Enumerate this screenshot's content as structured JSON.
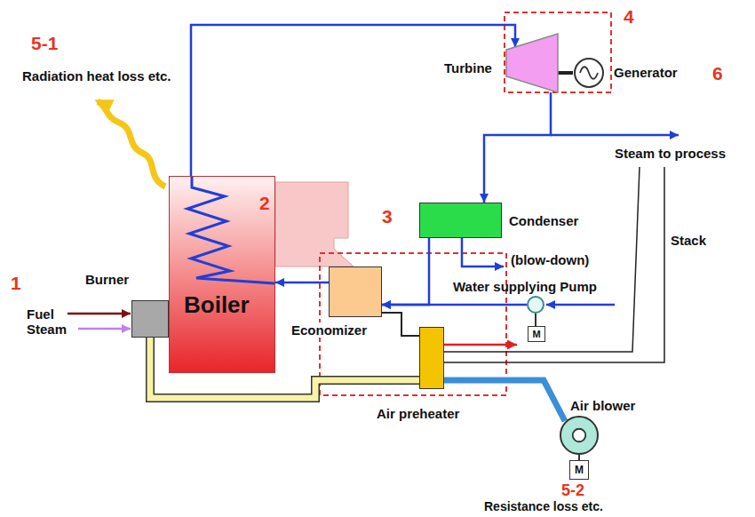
{
  "diagram": {
    "nodes": [
      {
        "text": [
          "Turbine"
        ]
      },
      {
        "text": [
          "Generator"
        ]
      },
      {
        "text": [
          "Boiler"
        ]
      },
      {
        "text": [
          "Condenser"
        ]
      },
      {
        "text": [
          "Burner"
        ]
      },
      {
        "text": [
          "Economizer"
        ]
      },
      {
        "text": [
          "Water supplying Pump"
        ]
      },
      {
        "text": [
          "M"
        ]
      },
      {
        "text": [
          "Air preheater"
        ]
      },
      {
        "text": [
          "Air blower"
        ]
      },
      {
        "text": [
          "M"
        ]
      }
    ],
    "edges": [
      {
        "from": 2,
        "to": 0,
        "arrow": "to"
      },
      {
        "from": 0,
        "to": 3,
        "arrow": "to"
      },
      {
        "from": 0,
        "to": 1,
        "arrow": "none"
      },
      {
        "from": 3,
        "to": 5,
        "arrow": "to"
      },
      {
        "from": 6,
        "to": 5,
        "arrow": "to"
      },
      {
        "from": 5,
        "to": 2,
        "arrow": "to"
      },
      {
        "from": 6,
        "to": 7,
        "arrow": "none"
      },
      {
        "from": 5,
        "to": 8,
        "arrow": "none"
      },
      {
        "from": 9,
        "to": 8,
        "arrow": "none"
      },
      {
        "from": 8,
        "to": 4,
        "arrow": "none"
      },
      {
        "from": 9,
        "to": 10,
        "arrow": "none"
      }
    ],
    "labels": [
      "5-1",
      "Radiation heat loss etc.",
      "4",
      "6",
      "2",
      "Steam to process",
      "3",
      "(blow-down)",
      "Stack",
      "1",
      "Fuel",
      "Steam",
      "5-2",
      "Resistance loss etc."
    ]
  }
}
